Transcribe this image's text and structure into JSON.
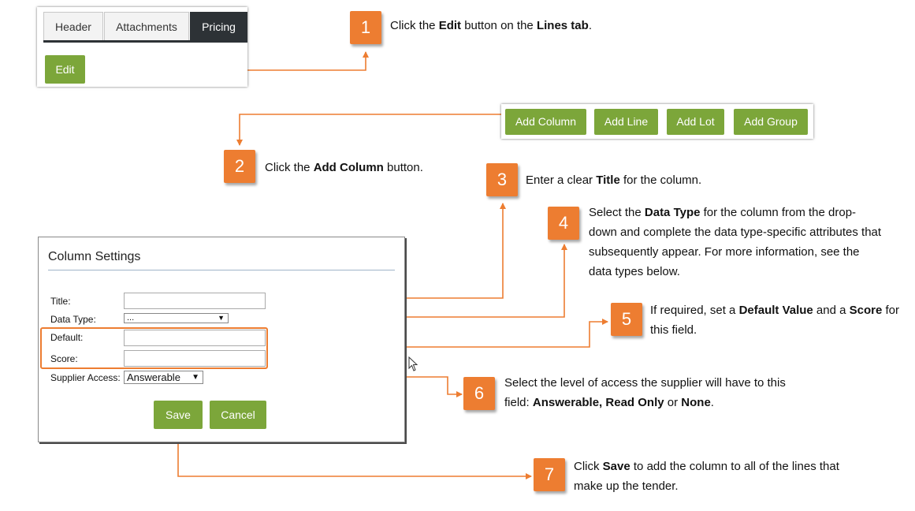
{
  "tabs": [
    "Header",
    "Attachments",
    "Pricing"
  ],
  "edit_label": "Edit",
  "toolbar": [
    "Add Column",
    "Add Line",
    "Add Lot",
    "Add Group"
  ],
  "dialog": {
    "title": "Column Settings",
    "labels": {
      "title": "Title:",
      "data_type": "Data Type:",
      "default": "Default:",
      "score": "Score:",
      "supplier_access": "Supplier Access:"
    },
    "values": {
      "title": "",
      "data_type": "...",
      "default": "",
      "score": "",
      "supplier_access": "Answerable"
    },
    "save": "Save",
    "cancel": "Cancel"
  },
  "steps": [
    {
      "num": "1",
      "parts": [
        [
          "Click the ",
          false
        ],
        [
          "Edit",
          true
        ],
        [
          " button on the ",
          false
        ],
        [
          "Lines tab",
          true
        ],
        [
          ".",
          false
        ]
      ]
    },
    {
      "num": "2",
      "parts": [
        [
          "Click the ",
          false
        ],
        [
          "Add Column",
          true
        ],
        [
          " button.",
          false
        ]
      ]
    },
    {
      "num": "3",
      "parts": [
        [
          "Enter a clear ",
          false
        ],
        [
          "Title",
          true
        ],
        [
          " for the column.",
          false
        ]
      ]
    },
    {
      "num": "4",
      "parts": [
        [
          "Select the ",
          false
        ],
        [
          "Data Type",
          true
        ],
        [
          " for the column from the drop-down and complete the data type-specific attributes that subsequently appear. For more information, see the data types below.",
          false
        ]
      ]
    },
    {
      "num": "5",
      "parts": [
        [
          "If required, set a ",
          false
        ],
        [
          "Default Value",
          true
        ],
        [
          " and a ",
          false
        ],
        [
          "Score",
          true
        ],
        [
          " for this field.",
          false
        ]
      ]
    },
    {
      "num": "6",
      "parts": [
        [
          "Select the level of access the supplier will have to this field: ",
          false
        ],
        [
          "Answerable, Read Only",
          true
        ],
        [
          " or ",
          false
        ],
        [
          "None",
          true
        ],
        [
          ".",
          false
        ]
      ]
    },
    {
      "num": "7",
      "parts": [
        [
          "Click ",
          false
        ],
        [
          "Save",
          true
        ],
        [
          " to add the column to all of the lines that make up the tender.",
          false
        ]
      ]
    }
  ],
  "colors": {
    "accent": "#ed7d31",
    "button": "#7ca63a",
    "tab_active": "#2d3236"
  }
}
